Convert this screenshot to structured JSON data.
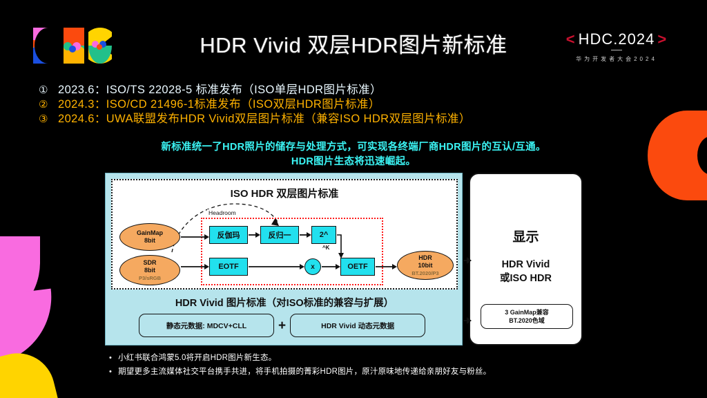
{
  "header": {
    "title": "HDR Vivid 双层HDR图片新标准",
    "logo_icon": "hdc-logo-icon",
    "brand": {
      "open_angle": "<",
      "main": "HDC.2024",
      "close_angle": ">",
      "sub": "华为开发者大会2024"
    }
  },
  "standards_list": [
    {
      "num": "①",
      "text": "2023.6：ISO/TS 22028-5 标准发布（ISO单层HDR图片标准）",
      "color": "#EAF8FF"
    },
    {
      "num": "②",
      "text": "2024.3：ISO/CD 21496-1标准发布（ISO双层HDR图片标准）",
      "color": "#FFB200"
    },
    {
      "num": "③",
      "text": "2024.6：UWA联盟发布HDR Vivid双层图片标准（兼容ISO HDR双层图片标准）",
      "color": "#FFB200"
    }
  ],
  "statement": {
    "line1": "新标准统一了HDR照片的储存与处理方式，可实现各终端厂商HDR图片的互认/互通。",
    "line2": "HDR图片生态将迅速崛起。",
    "color": "#3BF4F4"
  },
  "diagram": {
    "iso_section_title": "ISO HDR 双层图片标准",
    "headroom_label": "Headroom",
    "k_label": "^K",
    "nodes": {
      "gainmap": {
        "line1": "GainMap",
        "line2": "8bit"
      },
      "sdr": {
        "line1": "SDR",
        "line2": "8bit",
        "sub": "P3/sRGB"
      },
      "inv_gamma": "反伽玛",
      "inv_norm": "反归一",
      "pow2": "2^",
      "eotf": "EOTF",
      "multiply": "x",
      "oetf": "OETF",
      "hdr_out": {
        "line1": "HDR",
        "line2": "10bit",
        "sub": "BT.2020/P3"
      }
    },
    "vivid_section_title": "HDR Vivid 图片标准（对ISO标准的兼容与扩展）",
    "static_metadata": "静态元数据: MDCV+CLL",
    "plus": "+",
    "dynamic_metadata": "HDR Vivid 动态元数据"
  },
  "display_panel": {
    "title": "显示",
    "line1": "HDR Vivid",
    "line2": "或ISO HDR",
    "note_line1": "3 GainMap兼容",
    "note_line2": "BT.2020色域"
  },
  "bottom_bullets": [
    {
      "dot": "•",
      "text": "小红书联合鸿蒙5.0将开启HDR图片新生态。"
    },
    {
      "dot": "•",
      "text": "期望更多主流媒体社交平台携手共进，将手机拍摄的菁彩HDR图片，原汁原味地传递给亲朋好友与粉丝。"
    }
  ],
  "decor_colors": {
    "orange": "#FB4A0E",
    "pink": "#F96BE0",
    "yellow": "#FFD400",
    "panel_blue": "#B6E4EC",
    "node_cyan": "#22E0EE",
    "node_orange": "#F5A960",
    "red_dotted": "#FF1A1A"
  }
}
